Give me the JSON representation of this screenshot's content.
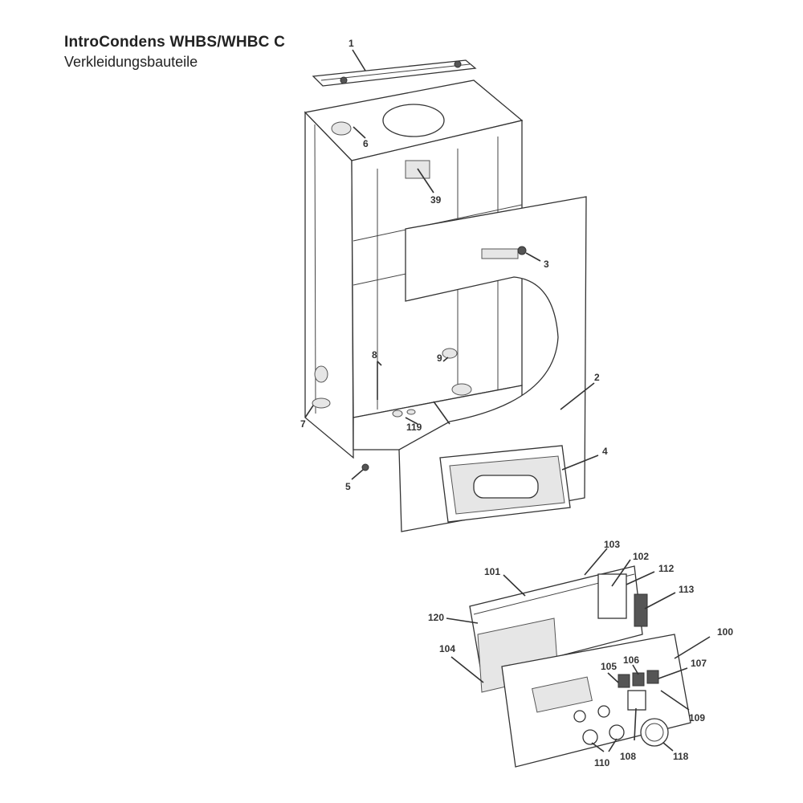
{
  "header": {
    "title": "IntroCondens WHBS/WHBC C",
    "subtitle": "Verkleidungsbauteile"
  },
  "callouts": {
    "c1": "1",
    "c6": "6",
    "c39": "39",
    "c3": "3",
    "c2": "2",
    "c9": "9",
    "c8": "8",
    "c119": "119",
    "c7": "7",
    "c5": "5",
    "c4": "4",
    "c103": "103",
    "c102": "102",
    "c101": "101",
    "c112": "112",
    "c113": "113",
    "c120": "120",
    "c100": "100",
    "c104": "104",
    "c105": "105",
    "c106": "106",
    "c107": "107",
    "c109": "109",
    "c108": "108",
    "c110": "110",
    "c118": "118"
  }
}
